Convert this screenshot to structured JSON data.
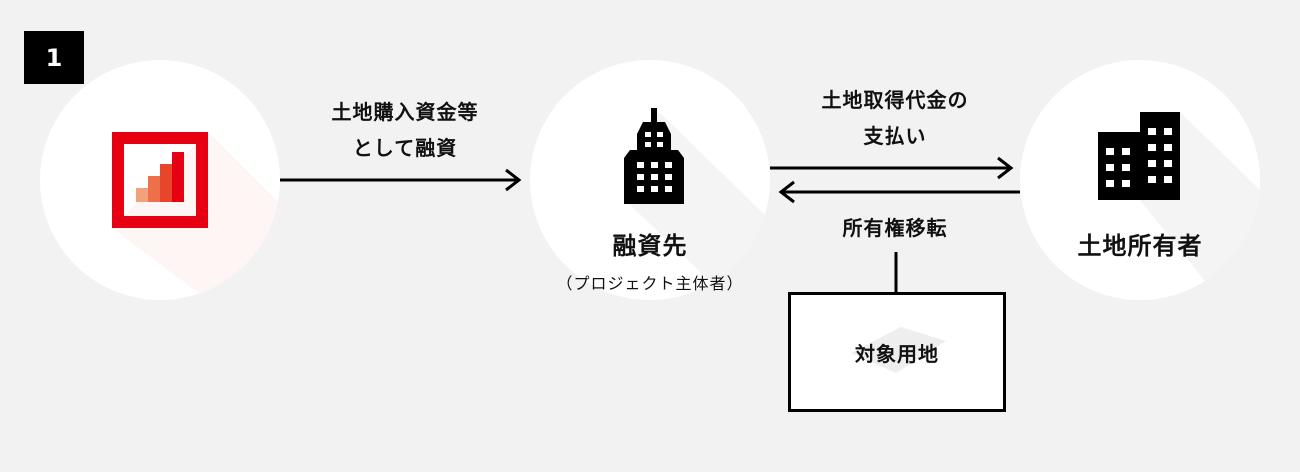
{
  "step_number": "1",
  "nodes": {
    "lender": {
      "icon": "bank-logo-icon",
      "brand_color": "#e60012"
    },
    "borrower": {
      "icon": "office-tower-icon",
      "label": "融資先",
      "sublabel": "（プロジェクト主体者）"
    },
    "landowner": {
      "icon": "buildings-icon",
      "label": "土地所有者"
    },
    "land": {
      "label": "対象用地"
    }
  },
  "edges": {
    "financing": {
      "line1": "土地購入資金等",
      "line2": "として融資"
    },
    "payment": {
      "line1": "土地取得代金の",
      "line2": "支払い"
    },
    "transfer": {
      "label": "所有権移転"
    }
  }
}
